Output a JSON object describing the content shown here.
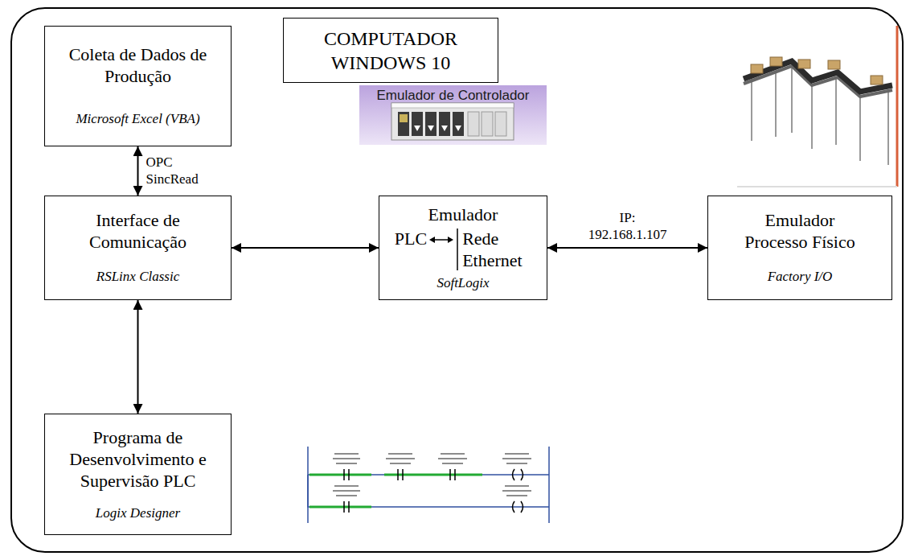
{
  "diagram": {
    "nodes": [
      {
        "text": [
          "COMPUTADOR WINDOWS 10"
        ]
      },
      {
        "text": [
          "Coleta de Dados de Produção",
          "Microsoft Excel (VBA)"
        ]
      },
      {
        "text": [
          "Emulador de Controlador"
        ]
      },
      {
        "text": [
          "Interface de Comunicação",
          "RSLinx Classic"
        ]
      },
      {
        "text": [
          "Emulador",
          "PLC",
          "Rede Ethernet",
          "SoftLogix"
        ]
      },
      {
        "text": [
          "Emulador Processo Físico",
          "Factory I/O"
        ]
      },
      {
        "text": [
          "Programa de Desenvolvimento e Supervisão PLC",
          "Logix Designer"
        ]
      }
    ],
    "edges": [
      {
        "from": 1,
        "to": 3,
        "arrow": "both",
        "label": "OPC SincRead"
      },
      {
        "from": 3,
        "to": 4,
        "arrow": "both"
      },
      {
        "from": 4,
        "to": 5,
        "arrow": "both",
        "label": "IP: 192.168.1.107"
      },
      {
        "from": 3,
        "to": 6,
        "arrow": "both"
      }
    ]
  }
}
